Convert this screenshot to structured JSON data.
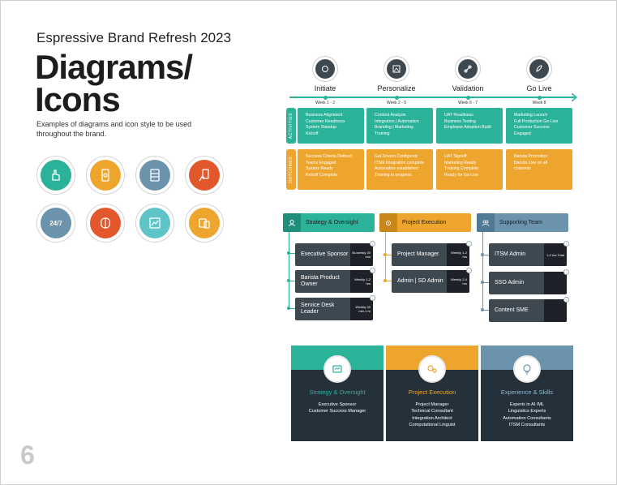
{
  "header": {
    "kicker": "Espressive Brand Refresh 2023",
    "title_line1": "Diagrams/",
    "title_line2": "Icons",
    "description": "Examples of diagrams and icon style to be used throughout the brand."
  },
  "page_number": "6",
  "icon_grid": [
    {
      "name": "hand-cursor-icon",
      "color": "#2bb39a"
    },
    {
      "name": "mobile-gear-icon",
      "color": "#eda52d"
    },
    {
      "name": "server-icon",
      "color": "#6b93ab"
    },
    {
      "name": "hand-phone-icon",
      "color": "#e2572b"
    },
    {
      "name": "support-24-7-icon",
      "color": "#6b93ab"
    },
    {
      "name": "brain-icon",
      "color": "#e2572b"
    },
    {
      "name": "chart-tablet-icon",
      "color": "#5fc4c7"
    },
    {
      "name": "devices-icon",
      "color": "#eda52d"
    }
  ],
  "timeline": {
    "milestones": [
      {
        "name": "Initiate",
        "week": "Week 1 - 2"
      },
      {
        "name": "Personalize",
        "week": "Week 2 - 5"
      },
      {
        "name": "Validation",
        "week": "Week 6 - 7"
      },
      {
        "name": "Go Live",
        "week": "Week 8"
      }
    ],
    "activities_label": "ACTIVITIES",
    "outcomes_label": "OUTCOMES",
    "activities": [
      [
        "Business Alignment",
        "Customer Readiness",
        "System Standup",
        "Kickoff"
      ],
      [
        "Content Analysis",
        "Integration | Automation",
        "Branding | Marketing",
        "Training"
      ],
      [
        "UAT Readiness",
        "Business Testing",
        "Employee Adoption Build"
      ],
      [
        "Marketing Launch",
        "Full Production Go-Live",
        "Customer Success",
        "Engaged"
      ]
    ],
    "outcomes": [
      [
        "Success Criteria Defined",
        "Teams Engaged",
        "System Ready",
        "Kickoff Complete"
      ],
      [
        "Gal Drivers Configured",
        "ITSM Integration complete",
        "Automation established",
        "Training in progress"
      ],
      [
        "UAT Signoff",
        "Marketing Ready",
        "Training Complete",
        "Ready for Go Live"
      ],
      [
        "Barista Promotion",
        "Barista Live on all",
        "channels"
      ]
    ]
  },
  "org": [
    {
      "header": "Strategy & Oversight",
      "color": "#2bb39a",
      "roles": [
        {
          "role": "Executive Sponsor",
          "freq": "Bi-weekly 30 min"
        },
        {
          "role": "Barista Product Owner",
          "freq": "Weekly 1-2 hrs"
        },
        {
          "role": "Service Desk Leader",
          "freq": "Weekly 30 min-1 hr"
        }
      ]
    },
    {
      "header": "Project Execution",
      "color": "#eda52d",
      "roles": [
        {
          "role": "Project Manager",
          "freq": "Weekly 1-2 hrs"
        },
        {
          "role": "Admin | SD Admin",
          "freq": "Weekly 2-4 hrs"
        }
      ]
    },
    {
      "header": "Supporting Team",
      "color": "#6b93ab",
      "roles": [
        {
          "role": "ITSM Admin",
          "freq": "1-2 hrs Total"
        },
        {
          "role": "SSO Admin",
          "freq": ""
        },
        {
          "role": "Content SME",
          "freq": ""
        }
      ]
    }
  ],
  "cards": [
    {
      "title": "Strategy & Oversight",
      "color": "#2bb39a",
      "items": [
        "Executive Sponsor",
        "Customer Success Manager"
      ]
    },
    {
      "title": "Project Execution",
      "color": "#eda52d",
      "items": [
        "Project Manager",
        "Technical Consultant",
        "Integration Architect",
        "Computational Linguist"
      ]
    },
    {
      "title": "Experience & Skills",
      "color": "#6b93ab",
      "items": [
        "Experts in AI /ML",
        "Linguistics Experts",
        "Automation Consultants",
        "ITSM Consultants"
      ]
    }
  ]
}
